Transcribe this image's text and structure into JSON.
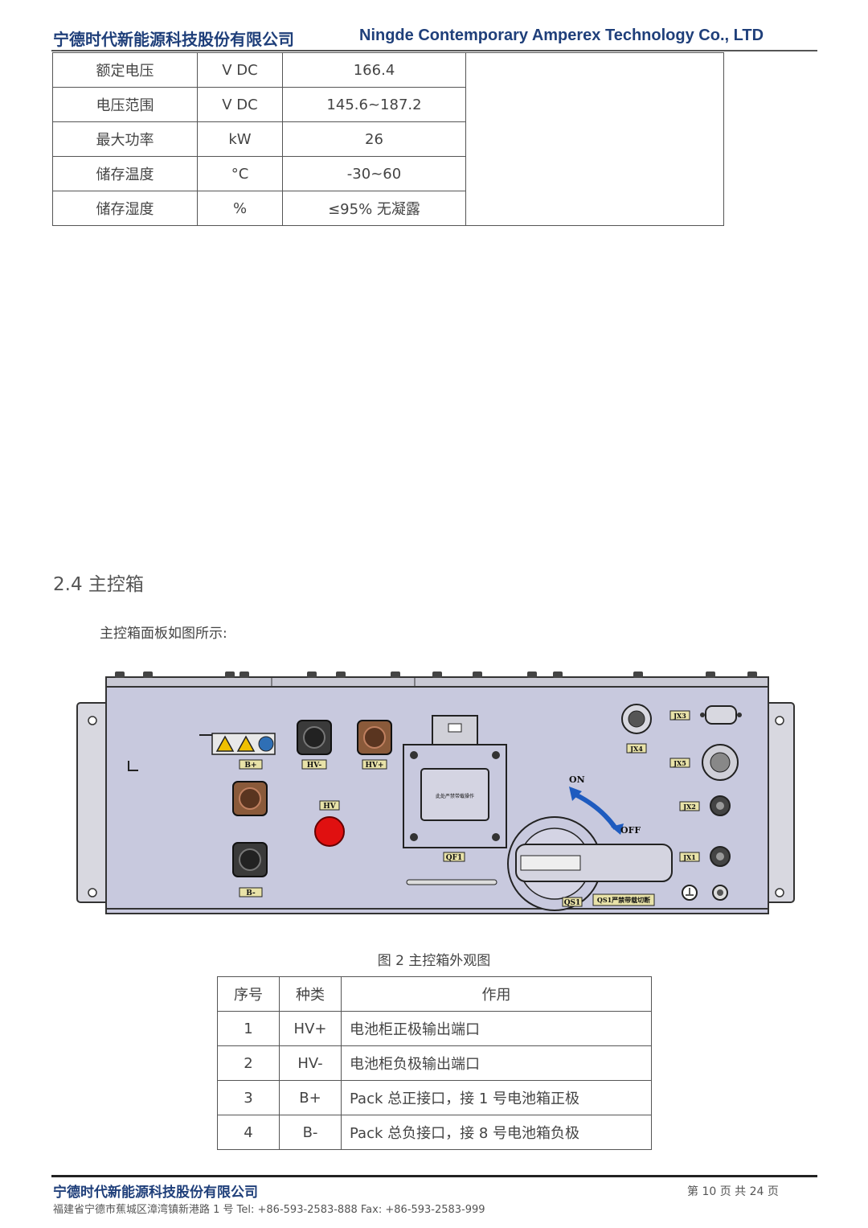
{
  "header": {
    "company_cn": "宁德时代新能源科技股份有限公司",
    "company_en": "Ningde Contemporary Amperex Technology Co., LTD"
  },
  "spec_table": [
    {
      "name": "额定电压",
      "unit": "V DC",
      "value": "166.4"
    },
    {
      "name": "电压范围",
      "unit": "V DC",
      "value": "145.6~187.2"
    },
    {
      "name": "最大功率",
      "unit": "kW",
      "value": "26"
    },
    {
      "name": "储存温度",
      "unit": "°C",
      "value": "-30~60"
    },
    {
      "name": "储存湿度",
      "unit": "%",
      "value": "≤95% 无凝露"
    }
  ],
  "section": {
    "title": "2.4  主控箱",
    "intro": "主控箱面板如图所示:"
  },
  "panel_labels": {
    "hv_minus": "HV-",
    "hv_plus": "HV+",
    "b_plus": "B+",
    "b_minus": "B-",
    "hv": "HV",
    "qf1": "QF1",
    "qs1": "QS1",
    "qs1_note": "QS1严禁带载切断",
    "on": "ON",
    "off": "OFF",
    "jx1": "JX1",
    "jx2": "JX2",
    "jx3": "JX3",
    "jx4": "JX4",
    "jx5": "JX5",
    "breaker_note": "此处严禁带载操作"
  },
  "figure_caption": "图 2  主控箱外观图",
  "ports_table": {
    "headers": [
      "序号",
      "种类",
      "作用"
    ],
    "rows": [
      {
        "no": "1",
        "type": "HV+",
        "desc": "电池柜正极输出端口"
      },
      {
        "no": "2",
        "type": "HV-",
        "desc": "电池柜负极输出端口"
      },
      {
        "no": "3",
        "type": "B+",
        "desc": "Pack 总正接口，接 1 号电池箱正极"
      },
      {
        "no": "4",
        "type": "B-",
        "desc": "Pack 总负接口，接 8 号电池箱负极"
      }
    ]
  },
  "footer": {
    "company_cn": "宁德时代新能源科技股份有限公司",
    "page": "第 10 页  共 24 页",
    "address": "福建省宁德市蕉城区漳湾镇新港路 1 号  Tel:  +86-593-2583-888 Fax:  +86-593-2583-999"
  }
}
